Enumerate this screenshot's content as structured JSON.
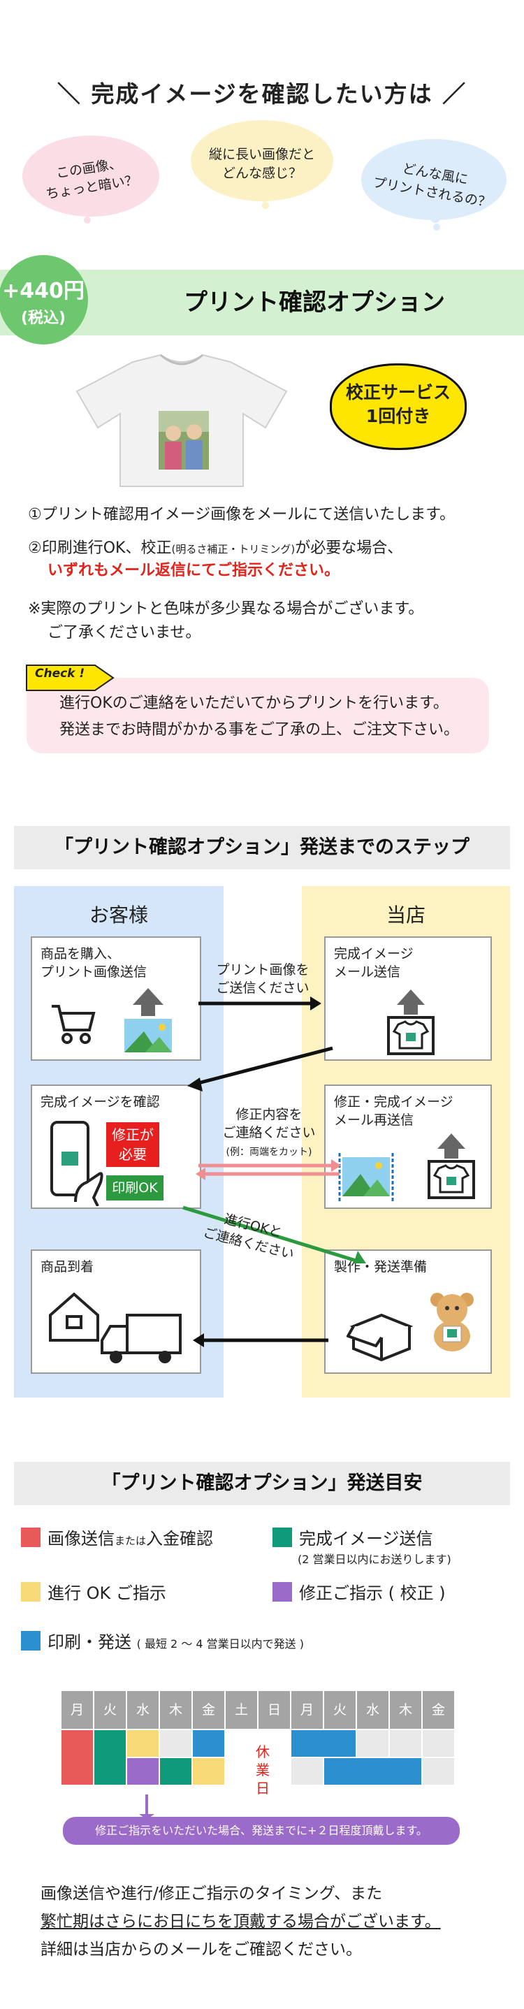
{
  "hero": {
    "title": "＼ 完成イメージを確認したい方は ／",
    "bubble1": [
      "この画像、",
      "ちょっと暗い？"
    ],
    "bubble2": [
      "縦に長い画像だと",
      "どんな感じ？"
    ],
    "bubble3": [
      "どんな風に",
      "プリントされるの？"
    ]
  },
  "option": {
    "price_main": "+440円",
    "price_sub": "(税込)",
    "title": "プリント確認オプション",
    "seal_line1": "校正サービス",
    "seal_line2": "1回付き"
  },
  "desc": {
    "line1": "①プリント確認用イメージ画像をメールにて送信いたします。",
    "line2a": "②印刷進行OK、校正",
    "line2b": "(明るさ補正・トリミング)",
    "line2c": "が必要な場合、",
    "line3": "いずれもメール返信にてご指示ください。",
    "note1": "※実際のプリントと色味が多少異なる場合がございます。",
    "note2": "ご了承くださいませ。",
    "check_tag": "Check !",
    "check1": "進行OKのご連絡をいただいてからプリントを行います。",
    "check2": "発送までお時間がかかる事をご了承の上、ご注文下さい。"
  },
  "steps": {
    "header": "「プリント確認オプション」発送までのステップ",
    "customer": "お客様",
    "shop": "当店",
    "c1": [
      "商品を購入、",
      "プリント画像送信"
    ],
    "c2": "完成イメージを確認",
    "c3": "商品到着",
    "s1": [
      "完成イメージ",
      "メール送信"
    ],
    "s2": [
      "修正・完成イメージ",
      "メール再送信"
    ],
    "s3": "製作・発送準備",
    "a1": [
      "プリント画像を",
      "ご送信ください"
    ],
    "a2": [
      "修正内容を",
      "ご連絡ください"
    ],
    "a2_note": "(例：両端をカット)",
    "a3": [
      "進行OKと",
      "ご連絡ください"
    ],
    "fix_badge": [
      "修正が",
      "必要"
    ],
    "ok_badge": "印刷OK"
  },
  "schedule": {
    "header": "「プリント確認オプション」発送目安",
    "legend1a": "画像送信",
    "legend1b": "または",
    "legend1c": "入金確認",
    "legend2": "完成イメージ送信",
    "legend2_note": "(2 営業日以内にお送りします)",
    "legend3": "進行 OK ご指示",
    "legend4": "修正ご指示 ( 校正 )",
    "legend5": "印刷・発送",
    "legend5_note": "( 最短 2 ～ 4 営業日以内で発送 )",
    "days": [
      "月",
      "火",
      "水",
      "木",
      "金",
      "土",
      "日",
      "月",
      "火",
      "水",
      "木",
      "金"
    ],
    "holiday": [
      "休",
      "業",
      "日"
    ],
    "purple_note": "修正ご指示をいただいた場合、発送までに+２日程度頂戴します。",
    "final1": "画像送信や進行/修正ご指示のタイミング、また",
    "final2": "繁忙期はさらにお日にちを頂戴する場合がございます。",
    "final3": "詳細は当店からのメールをご確認ください。"
  },
  "colors": {
    "red": "#e85a5a",
    "teal": "#0f9a7a",
    "yellow": "#f8d978",
    "purple": "#9a6bc8",
    "blue": "#2c8fd0"
  }
}
